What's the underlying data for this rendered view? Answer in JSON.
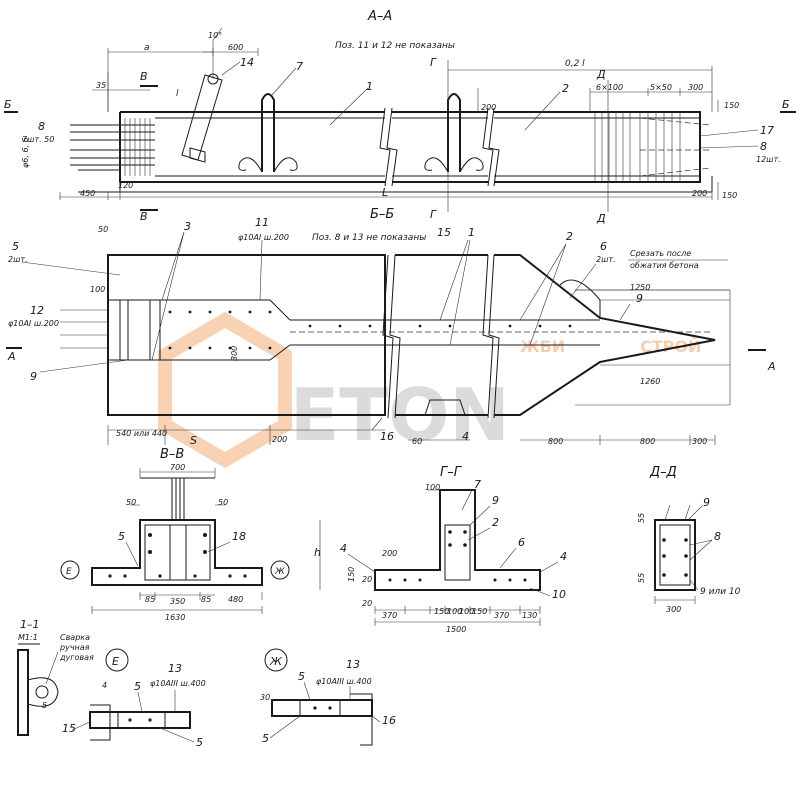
{
  "sections": {
    "aa": {
      "title": "A–A",
      "note": "Поз. 11 и 12 не показаны"
    },
    "bb": {
      "title": "Б–Б",
      "note": "Поз. 8 и 13 не показаны"
    },
    "vv": {
      "title": "В–В"
    },
    "gg": {
      "title": "Г–Г"
    },
    "dd": {
      "title": "Д–Д"
    },
    "s11": {
      "title": "1–1",
      "scale": "М1:1"
    }
  },
  "markers": {
    "A": "A",
    "B": "Б",
    "V": "В",
    "G": "Г",
    "D": "Д",
    "E": "Е",
    "ZH": "Ж"
  },
  "dims_top": {
    "a": "a",
    "d600": "600",
    "ang": "10°",
    "l": "l",
    "d35": "35",
    "d02l": "0,2 l",
    "d6x100": "6×100",
    "d5x50": "5×50",
    "d300": "300",
    "d150": "150",
    "d200": "200",
    "d450": "450",
    "d120": "120",
    "L": "L",
    "d200b": "200",
    "d150b": "150"
  },
  "labels_top": {
    "p14": "14",
    "p7": "7",
    "p1": "1",
    "p2": "2",
    "p8": "8",
    "p8n": "7шт. 50",
    "p6": "φ6, 6, 6",
    "p17": "17",
    "p8b": "8",
    "p8bn": "12шт."
  },
  "dims_mid": {
    "d50": "50",
    "d100": "100",
    "d540": "540 или 440",
    "S": "S",
    "d200": "200",
    "d60": "60",
    "d800a": "800",
    "d800b": "800",
    "d300": "300",
    "d1250": "1250",
    "d1260": "1260",
    "d300v": "300"
  },
  "labels_mid": {
    "p5": "5",
    "p5n": "2шт.",
    "p3": "3",
    "p11": "11",
    "p11n": "φ10AI ш.200",
    "p15": "15",
    "p1": "1",
    "p2": "2",
    "p6": "6",
    "p6n": "2шт.",
    "cut": "Срезать после",
    "cut2": "обжатия бетона",
    "p9": "9",
    "p12": "12",
    "p12n": "φ10AI ш.200",
    "p9b": "9",
    "p16": "16",
    "p4": "4"
  },
  "vv": {
    "d700": "700",
    "d50a": "50",
    "d50b": "50",
    "p5": "5",
    "p18": "18",
    "d85a": "85",
    "d350": "350",
    "d85b": "85",
    "d480": "480",
    "d1630": "1630"
  },
  "gg": {
    "d100": "100",
    "p7": "7",
    "p9": "9",
    "p2": "2",
    "p6": "6",
    "p4a": "4",
    "p4b": "4",
    "d200": "200",
    "h": "h",
    "d150": "150",
    "d20a": "20",
    "d20b": "20",
    "p10": "10",
    "d370a": "370",
    "d150a": "150",
    "d100a": "100",
    "d100b": "100",
    "d150b": "150",
    "d370b": "370",
    "d130": "130",
    "d1500": "1500"
  },
  "dd": {
    "p9": "9",
    "p8": "8",
    "d55a": "55",
    "d55b": "55",
    "p910": "9 или 10",
    "d300": "300"
  },
  "s11": {
    "w1": "Сварка",
    "w2": "ручная",
    "w3": "дуговая",
    "d5": "5"
  },
  "e_node": {
    "p5": "5",
    "p13": "13",
    "p13n": "φ10AIII ш.400",
    "p15": "15",
    "p5b": "5",
    "d4": "4"
  },
  "zh_node": {
    "p5": "5",
    "p13": "13",
    "p13n": "φ10AIII ш.400",
    "p16": "16",
    "p5b": "5",
    "d30": "30"
  },
  "watermark": {
    "text": "ETON",
    "text2": "ЖБИ",
    "text3": "СТРОЙ"
  }
}
